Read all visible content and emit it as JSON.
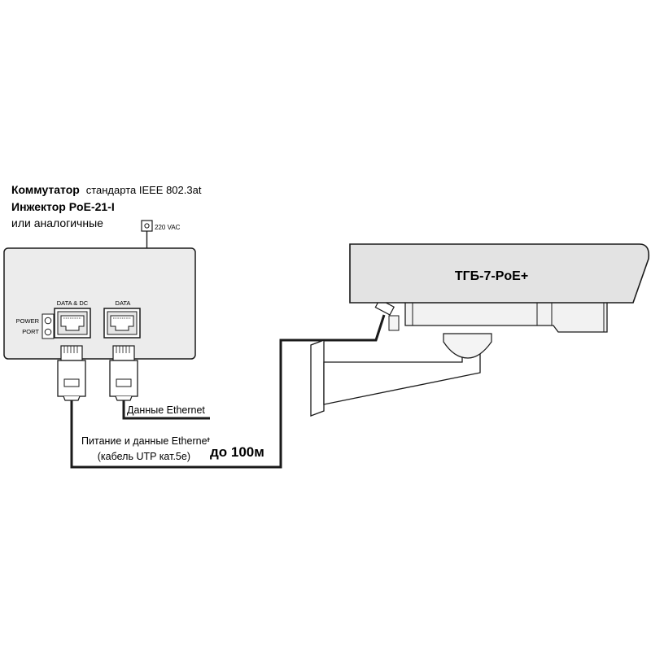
{
  "heading": {
    "line1_bold": "Коммутатор",
    "line1_regular": "стандарта IEEE 802.3at",
    "line2_bold": "Инжектор PoE-21-I",
    "line3": "или аналогичные"
  },
  "power_input": {
    "label": "220 VAC"
  },
  "injector": {
    "power_port_label_line1": "POWER",
    "power_port_label_line2": "PORT",
    "port_data_dc_label": "DATA & DC",
    "port_data_label": "DATA"
  },
  "cables": {
    "ethernet_label": "Данные Ethernet",
    "poe_label_line1": "Питание и данные Ethernet",
    "poe_label_line2": "(кабель UTP кат.5е)",
    "distance_label": "до 100м"
  },
  "camera": {
    "model_label": "ТГБ-7-PoE+"
  },
  "colors": {
    "line": "#1a1a1a",
    "housing_fill": "#e3e3e3",
    "box_fill": "#ececec",
    "background": "#ffffff"
  }
}
